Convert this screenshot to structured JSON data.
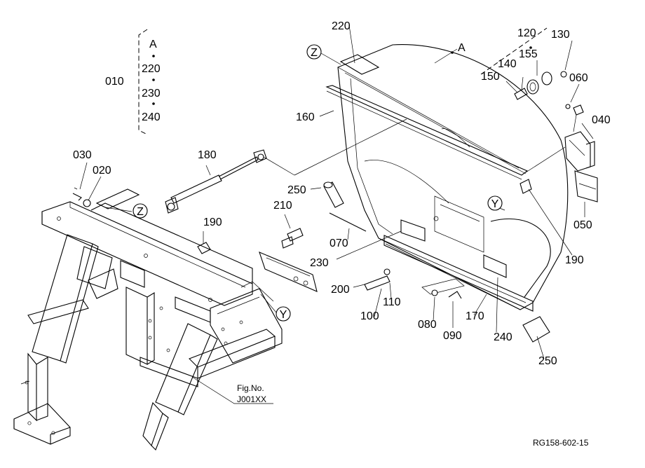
{
  "kit_group": {
    "code": "010",
    "items": [
      "A",
      "220",
      "230",
      "240"
    ]
  },
  "markers": {
    "z": "Z",
    "y": "Y",
    "a": "A"
  },
  "labels": {
    "p020": "020",
    "p030": "030",
    "p040": "040",
    "p050": "050",
    "p060": "060",
    "p070": "070",
    "p080": "080",
    "p090": "090",
    "p100": "100",
    "p110": "110",
    "p120": "120",
    "p130": "130",
    "p140": "140",
    "p150": "150",
    "p155": "155",
    "p160": "160",
    "p170": "170",
    "p180": "180",
    "p190a": "190",
    "p190b": "190",
    "p200": "200",
    "p210": "210",
    "p220": "220",
    "p230": "230",
    "p240": "240",
    "p250a": "250",
    "p250b": "250"
  },
  "fig_ref": {
    "line1": "Fig.No.",
    "line2": "J001XX"
  },
  "doc_code": "RG158-602-15"
}
